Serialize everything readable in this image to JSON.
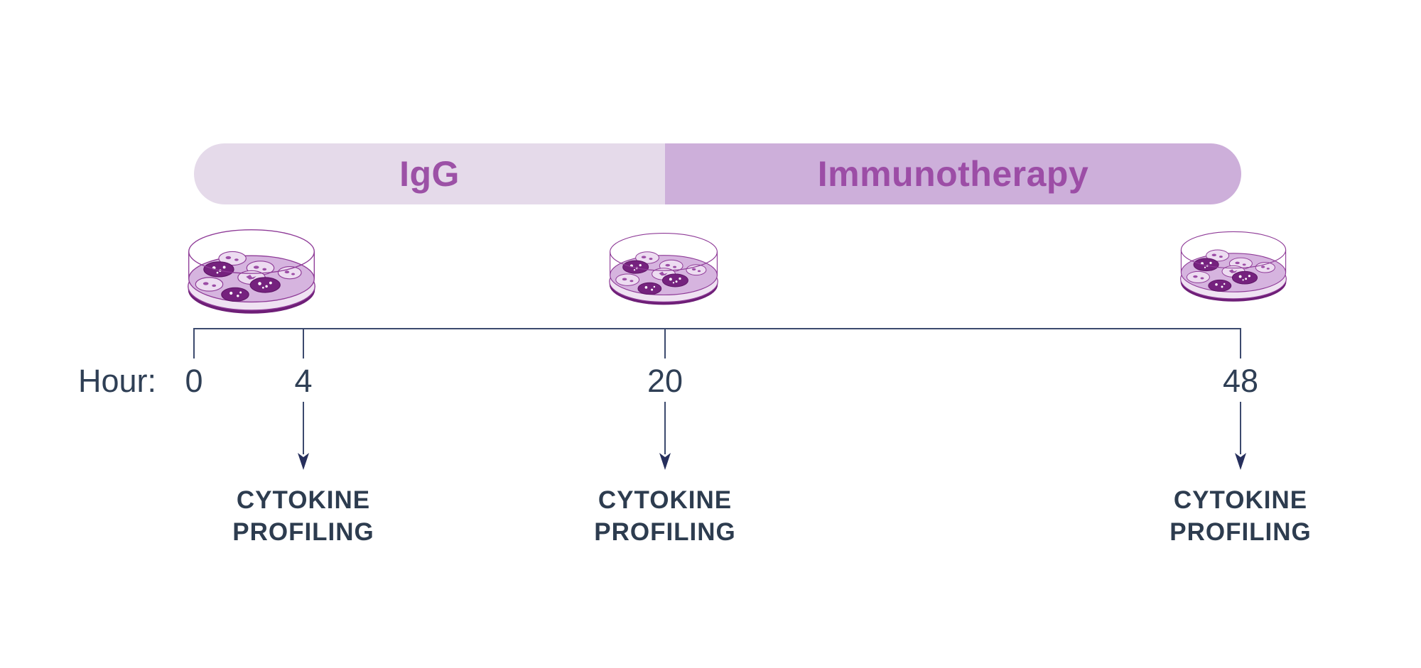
{
  "phase_bar": {
    "segments": [
      {
        "label": "IgG",
        "bg": "#E5DAEA",
        "text_color": "#9C51A6"
      },
      {
        "label": "Immunotherapy",
        "bg": "#CDAFDA",
        "text_color": "#9C4DA6"
      }
    ]
  },
  "timeline": {
    "axis_prefix": "Hour:",
    "ticks": [
      {
        "hour": "0"
      },
      {
        "hour": "4"
      },
      {
        "hour": "20"
      },
      {
        "hour": "48"
      }
    ]
  },
  "events": [
    {
      "at_hour": "4",
      "line1": "CYTOKINE",
      "line2": "PROFILING"
    },
    {
      "at_hour": "20",
      "line1": "CYTOKINE",
      "line2": "PROFILING"
    },
    {
      "at_hour": "48",
      "line1": "CYTOKINE",
      "line2": "PROFILING"
    }
  ],
  "icons": {
    "petri_dish": "petri-dish-icon",
    "arrowhead": "down-arrowhead-icon"
  },
  "colors": {
    "bar_light": "#E5DAEA",
    "bar_dark": "#CDAFDA",
    "bar_text_purple": "#9C51A6",
    "axis_navy": "#3C4A6E",
    "arrowhead_navy": "#262F5C",
    "label_slate": "#2D3C4F",
    "dish_agar": "#D6B4DF",
    "dish_base_dark": "#6E1F77",
    "dish_outline": "#8E3A97",
    "colony_dark": "#75227E",
    "colony_light": "#EDDCF1"
  }
}
